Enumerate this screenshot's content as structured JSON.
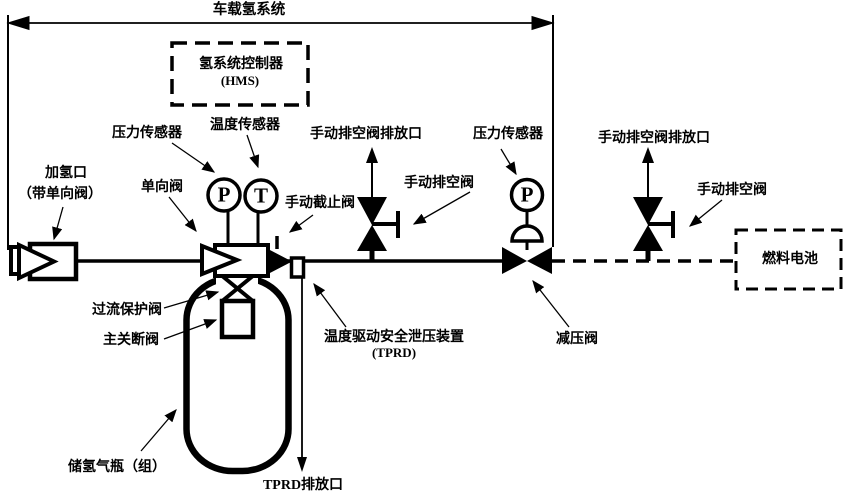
{
  "diagram": {
    "title": "车载氢系统",
    "controller_box": {
      "name": "氢系统控制器",
      "abbr": "(HMS)"
    },
    "fuel_cell_box": {
      "name": "燃料电池"
    },
    "gauges": {
      "pressure_left": "P",
      "temperature": "T",
      "pressure_right": "P"
    },
    "labels": {
      "pressure_sensor_left": "压力传感器",
      "temperature_sensor": "温度传感器",
      "vent_valve_port_1": "手动排空阀排放口",
      "pressure_sensor_right": "压力传感器",
      "vent_valve_port_2": "手动排空阀排放口",
      "filling_port_line1": "加氢口",
      "filling_port_line2": "（带单向阀）",
      "check_valve": "单向阀",
      "manual_stop_valve": "手动截止阀",
      "manual_vent_valve_1": "手动排空阀",
      "manual_vent_valve_2": "手动排空阀",
      "overflow_protection_valve": "过流保护阀",
      "main_shutoff_valve": "主关断阀",
      "tprd_line1": "温度驱动安全泄压装置",
      "tprd_line2": "(TPRD)",
      "pressure_reducing_valve": "减压阀",
      "hydrogen_cylinder": "储氢气瓶（组）",
      "tprd_port": "TPRD排放口"
    },
    "colors": {
      "line": "#000000",
      "background": "#ffffff"
    }
  }
}
